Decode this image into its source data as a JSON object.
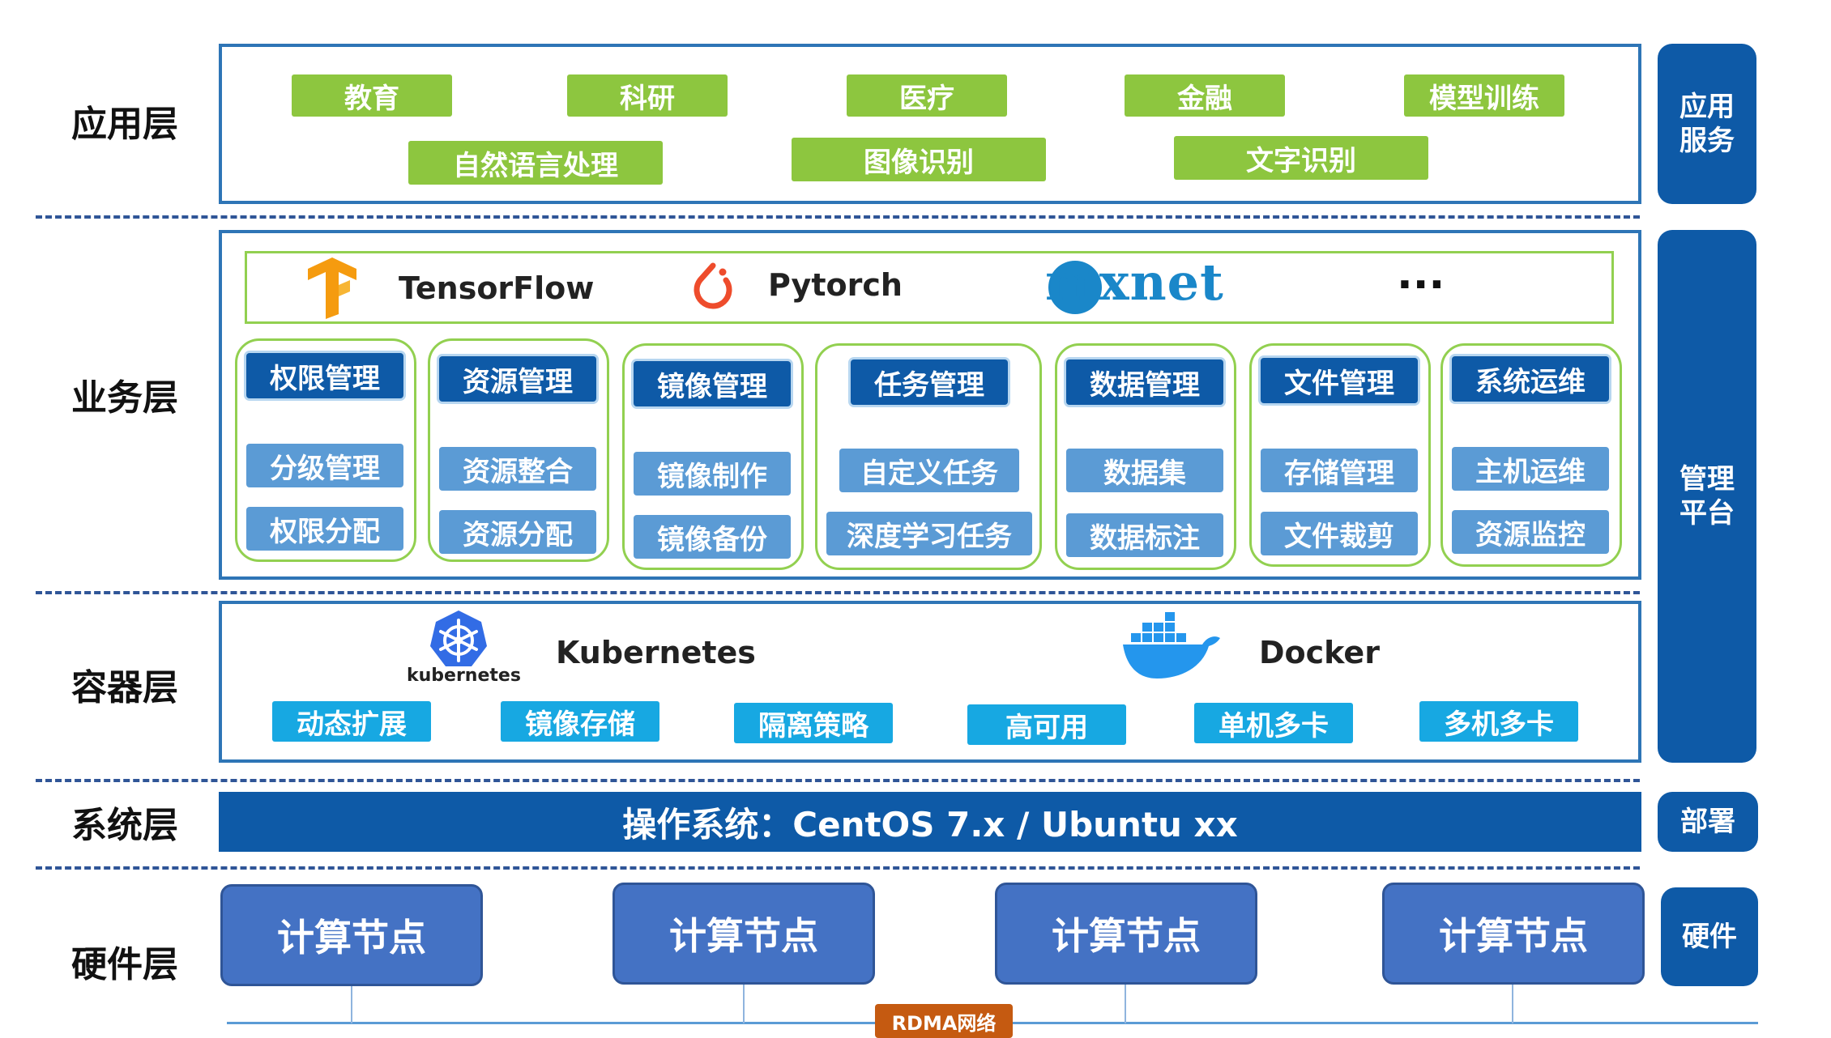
{
  "layers": [
    "应用层",
    "业务层",
    "容器层",
    "系统层",
    "硬件层"
  ],
  "app_layer": {
    "tags_row1": [
      "教育",
      "科研",
      "医疗",
      "金融",
      "模型训练"
    ],
    "tags_row2": [
      "自然语言处理",
      "图像识别",
      "文字识别"
    ]
  },
  "business_layer": {
    "frameworks": [
      "TensorFlow",
      "Pytorch",
      "mxnet",
      "···"
    ],
    "modules": [
      {
        "title": "权限管理",
        "items": [
          "分级管理",
          "权限分配"
        ]
      },
      {
        "title": "资源管理",
        "items": [
          "资源整合",
          "资源分配"
        ]
      },
      {
        "title": "镜像管理",
        "items": [
          "镜像制作",
          "镜像备份"
        ]
      },
      {
        "title": "任务管理",
        "items": [
          "自定义任务",
          "深度学习任务"
        ]
      },
      {
        "title": "数据管理",
        "items": [
          "数据集",
          "数据标注"
        ]
      },
      {
        "title": "文件管理",
        "items": [
          "存储管理",
          "文件裁剪"
        ]
      },
      {
        "title": "系统运维",
        "items": [
          "主机运维",
          "资源监控"
        ]
      }
    ]
  },
  "container_layer": {
    "kubernetes_logo_text": "kubernetes",
    "kubernetes": "Kubernetes",
    "docker": "Docker",
    "tags": [
      "动态扩展",
      "镜像存储",
      "隔离策略",
      "高可用",
      "单机多卡",
      "多机多卡"
    ]
  },
  "system_layer": {
    "os": "操作系统：CentOS 7.x / Ubuntu xx"
  },
  "hardware_layer": {
    "nodes": [
      "计算节点",
      "计算节点",
      "计算节点",
      "计算节点"
    ],
    "network": "RDMA网络"
  },
  "side_labels": {
    "app_service": "应用\n服务",
    "management": "管理\n平台",
    "deploy": "部署",
    "hardware": "硬件"
  },
  "colors": {
    "frame": "#2e75b6",
    "side": "#0e5aa7",
    "green_tag": "#8dc63f",
    "cyan_tag": "#17a8e2",
    "module_title": "#0e5aa7",
    "module_item": "#5b9bd5",
    "node": "#4472c4",
    "network": "#c55a11"
  }
}
